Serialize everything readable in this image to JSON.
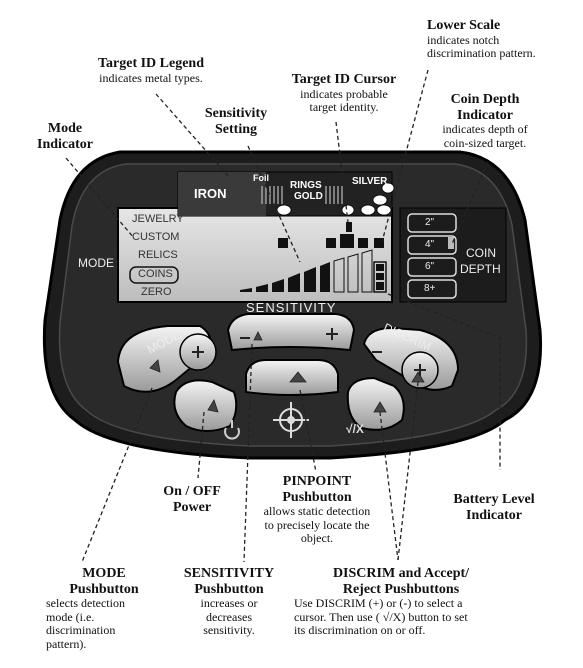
{
  "panel": {
    "legend_iron": "IRON",
    "legend_foil": "Foil",
    "legend_rings": "RINGS",
    "legend_gold": "GOLD",
    "legend_silver": "SILVER",
    "modes": [
      "JEWELRY",
      "CUSTOM",
      "RELICS",
      "COINS",
      "ZERO"
    ],
    "selected_mode": "COINS",
    "mode_label": "MODE",
    "depths": [
      "2\"",
      "4\"",
      "6\"",
      "8+"
    ],
    "coin_label": "COIN",
    "depth_label": "DEPTH",
    "sensitivity_label": "SENSITIVITY",
    "mode_button": "MODE",
    "discrim_button": "DISCRIM",
    "accept_reject_symbol": "√/X"
  },
  "annotations": {
    "target_id_legend": {
      "title": "Target ID Legend",
      "desc": "indicates metal types."
    },
    "sensitivity_setting": {
      "title1": "Sensitivity",
      "title2": "Setting"
    },
    "target_id_cursor": {
      "title": "Target ID Cursor",
      "desc1": "indicates probable",
      "desc2": "target identity."
    },
    "mode_indicator": {
      "title1": "Mode",
      "title2": "Indicator"
    },
    "lower_scale": {
      "title": "Lower Scale",
      "desc1": "indicates notch",
      "desc2": "discrimination pattern."
    },
    "coin_depth": {
      "title1": "Coin Depth",
      "title2": "Indicator",
      "desc1": "indicates depth of",
      "desc2": "coin-sized target."
    },
    "on_off": {
      "title1": "On / OFF",
      "title2": "Power"
    },
    "pinpoint": {
      "title1": "PINPOINT",
      "title2": "Pushbutton",
      "desc1": "allows static detection",
      "desc2": "to precisely locate the",
      "desc3": "object."
    },
    "battery": {
      "title1": "Battery Level",
      "title2": "Indicator"
    },
    "mode_button": {
      "title1": "MODE",
      "title2": "Pushbutton",
      "desc1": "selects detection",
      "desc2": "mode (i.e.",
      "desc3": "discrimination",
      "desc4": "pattern)."
    },
    "sensitivity_button": {
      "title1": "SENSITIVITY",
      "title2": "Pushbutton",
      "desc1": "increases or",
      "desc2": "decreases",
      "desc3": "sensitivity."
    },
    "discrim": {
      "title1": "DISCRIM and Accept/",
      "title2": "Reject Pushbuttons",
      "desc1": "Use DISCRIM (+) or (-) to select a",
      "desc2": "cursor. Then use ( √/X) button to set",
      "desc3": "its discrimination on or off."
    }
  }
}
